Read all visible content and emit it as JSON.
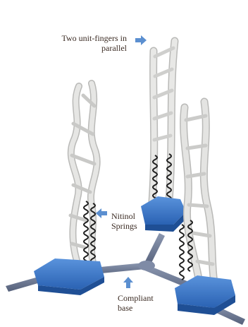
{
  "labels": {
    "fingers_line1": "Two unit-fingers in",
    "fingers_line2": "parallel",
    "springs_line1": "Nitinol",
    "springs_line2": "Springs",
    "base_line1": "Compliant",
    "base_line2": "base"
  },
  "colors": {
    "finger": "#e4e4e2",
    "finger_edge": "#b9b9b7",
    "spring": "#1e1e1e",
    "pad_blue": "#2f6fc4",
    "pad_blue_light": "#5a93dc",
    "base_gray": "#6f7b95",
    "arrow_blue": "#5b8fd0"
  }
}
